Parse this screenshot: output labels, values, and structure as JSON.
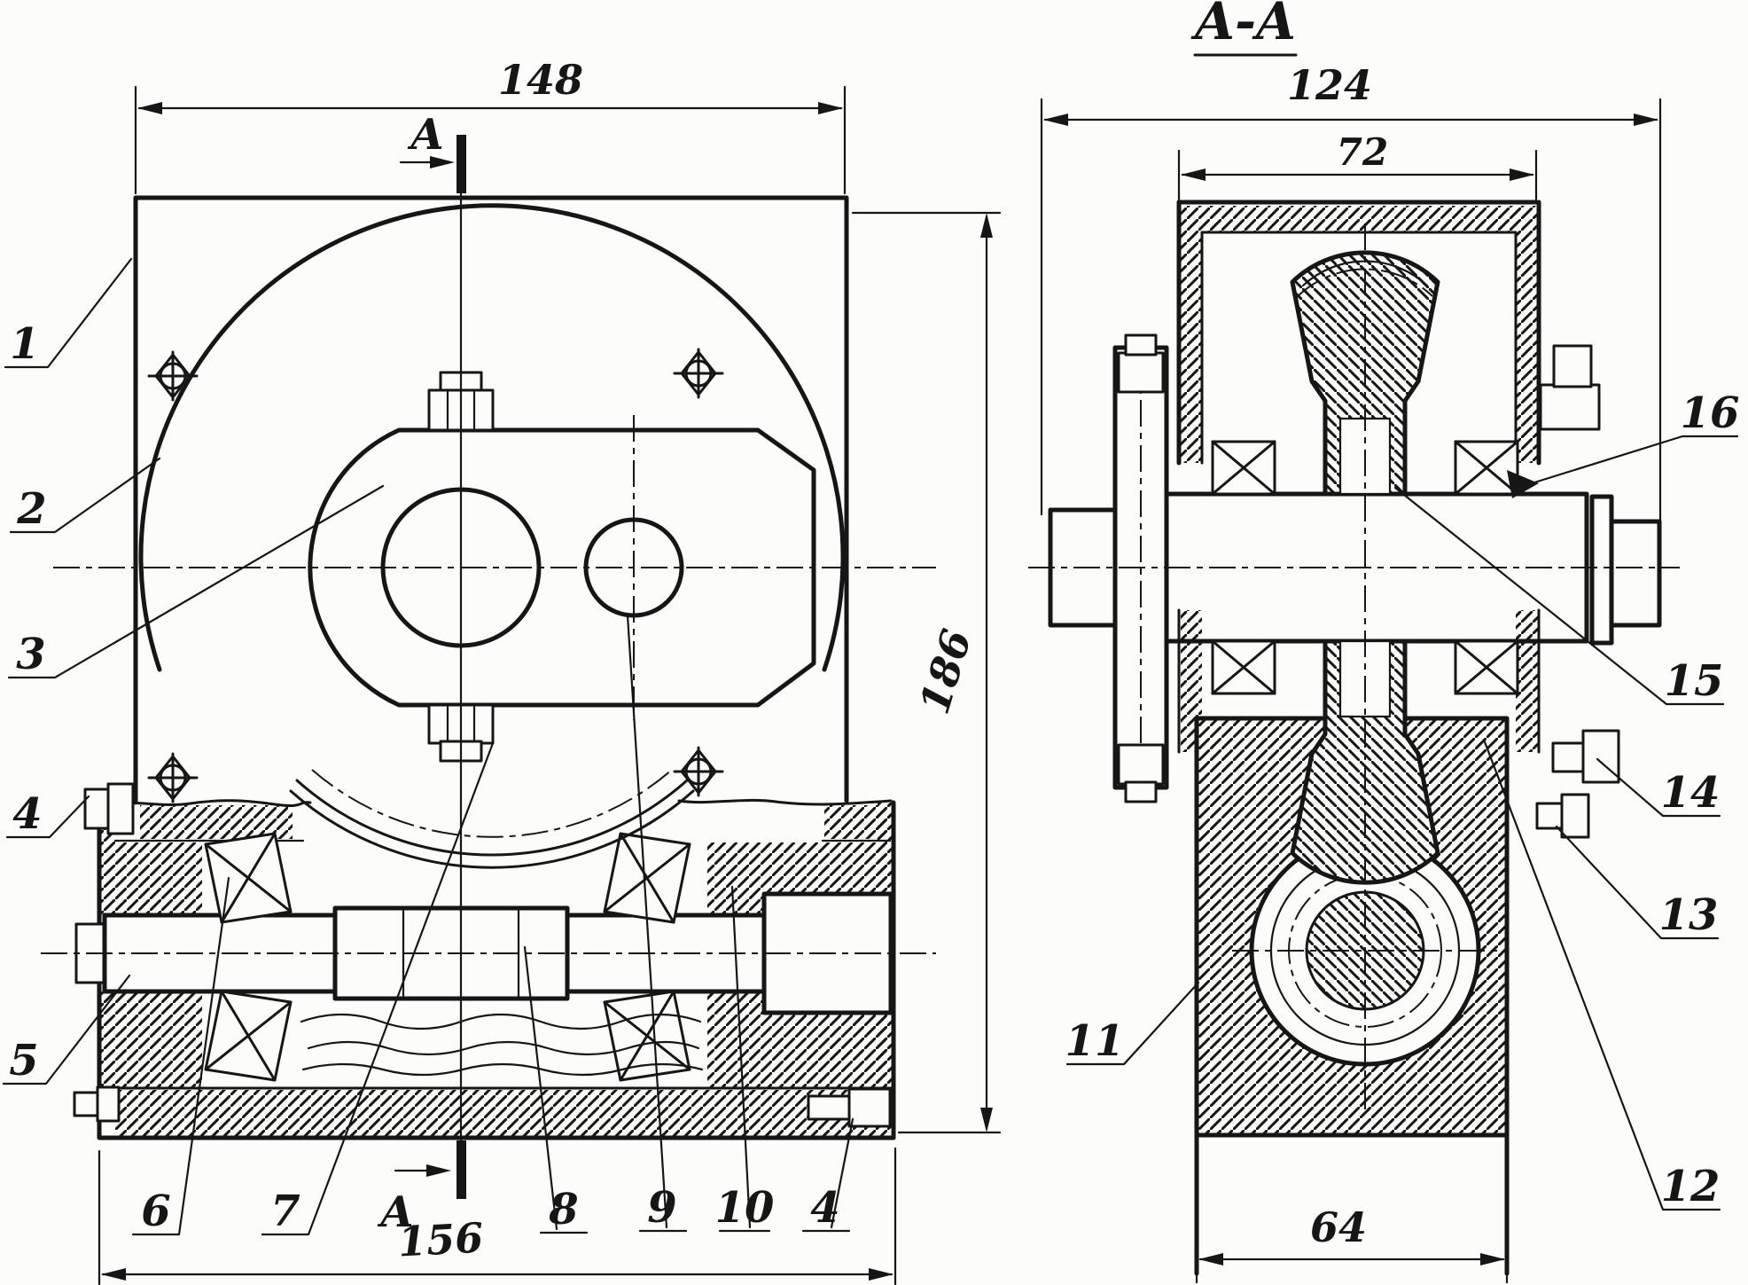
{
  "colors": {
    "ink": "#161616",
    "paper": "#fcfcfa"
  },
  "section": {
    "title": "A-A",
    "mark_top": "A",
    "mark_bottom": "A"
  },
  "dimensions": {
    "front_width_top": "148",
    "front_height": "186",
    "front_width_bottom": "156",
    "section_width_outer": "124",
    "section_width_cover": "72",
    "section_width_base": "64"
  },
  "callouts": {
    "c1": "1",
    "c2": "2",
    "c3": "3",
    "c4": "4",
    "c5": "5",
    "c6": "6",
    "c7": "7",
    "c8": "8",
    "c9": "9",
    "c10": "10",
    "c4b": "4",
    "c11": "11",
    "c12": "12",
    "c13": "13",
    "c14": "14",
    "c15": "15",
    "c16": "16"
  }
}
